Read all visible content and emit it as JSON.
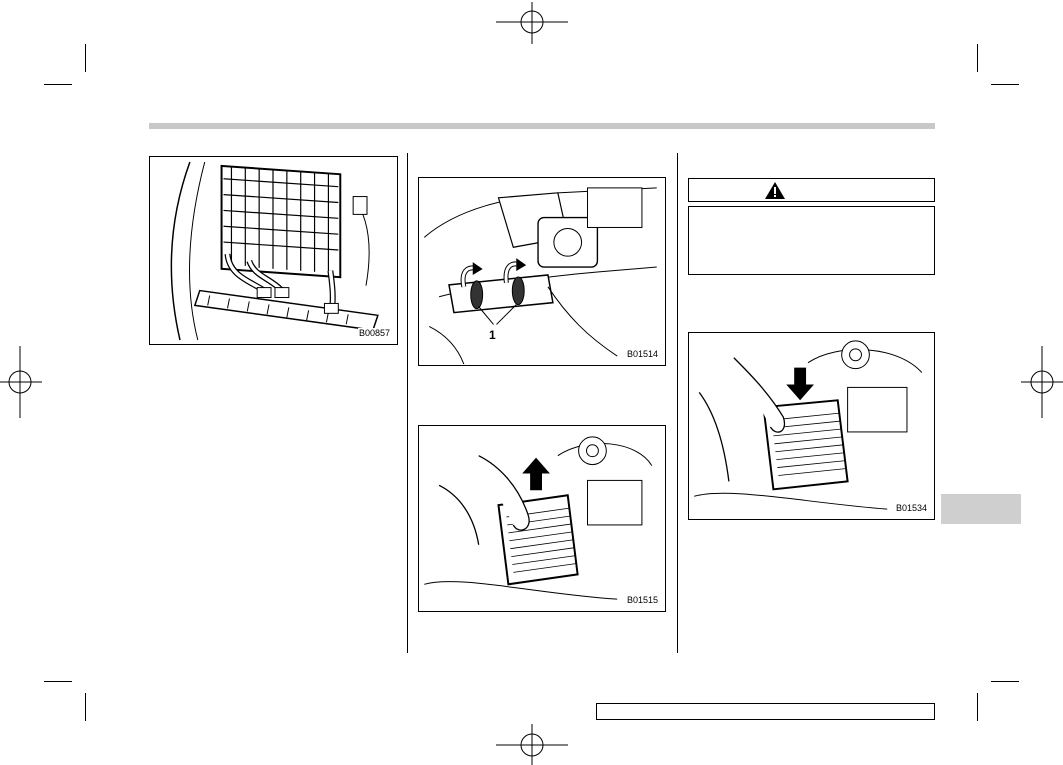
{
  "figures": {
    "fig1": {
      "code": "B00857"
    },
    "fig2": {
      "code": "B01514",
      "callout": "1"
    },
    "fig3": {
      "code": "B01515"
    },
    "fig4": {
      "code": "B01534"
    }
  },
  "warning": {
    "icon": "warning-triangle-icon"
  },
  "colors": {
    "bar": "#c8c8c8",
    "tab": "#cfcfcf"
  }
}
